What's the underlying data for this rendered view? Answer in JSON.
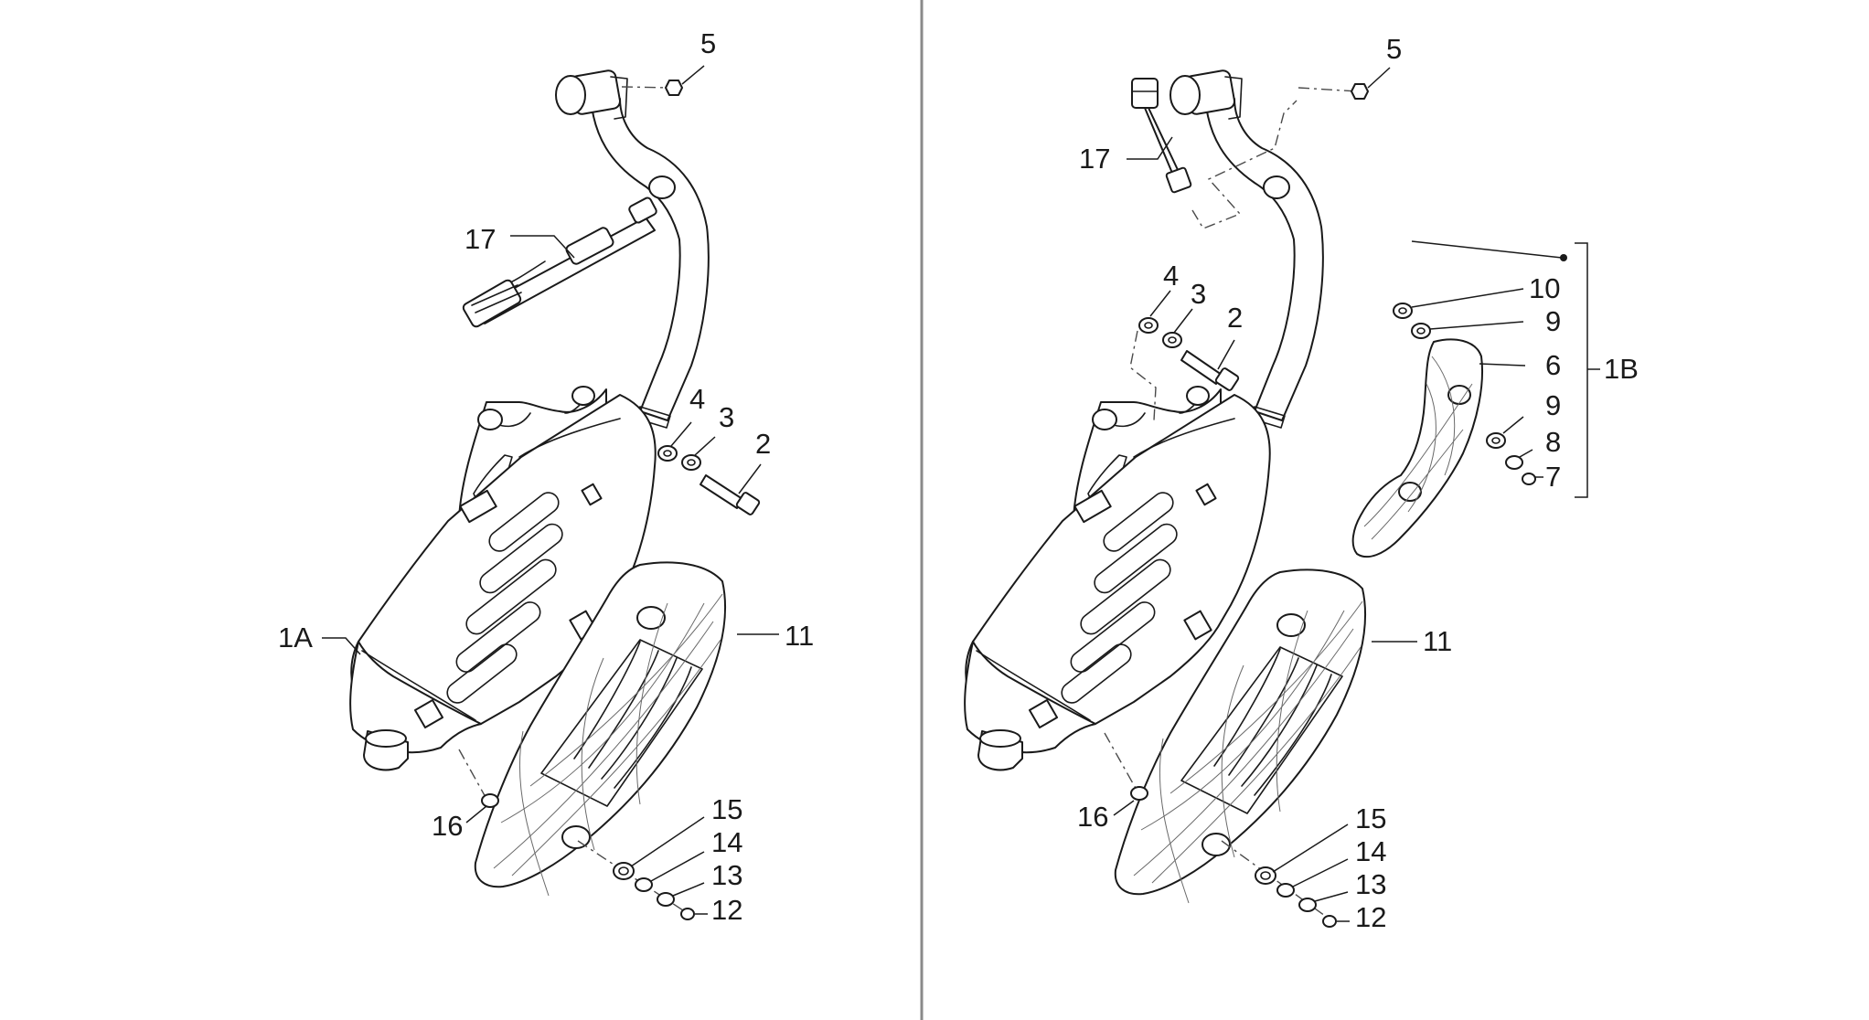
{
  "left_view": {
    "callouts": [
      "5",
      "17",
      "4",
      "3",
      "2",
      "1A",
      "11",
      "16",
      "15",
      "14",
      "13",
      "12"
    ]
  },
  "right_view": {
    "callouts": [
      "5",
      "17",
      "4",
      "3",
      "2",
      "10",
      "9",
      "6",
      "1B",
      "9",
      "8",
      "7",
      "11",
      "16",
      "15",
      "14",
      "13",
      "12"
    ]
  },
  "colors": {
    "ink": "#1a1a1a",
    "divider": "#8a8a8a",
    "background": "#ffffff"
  }
}
